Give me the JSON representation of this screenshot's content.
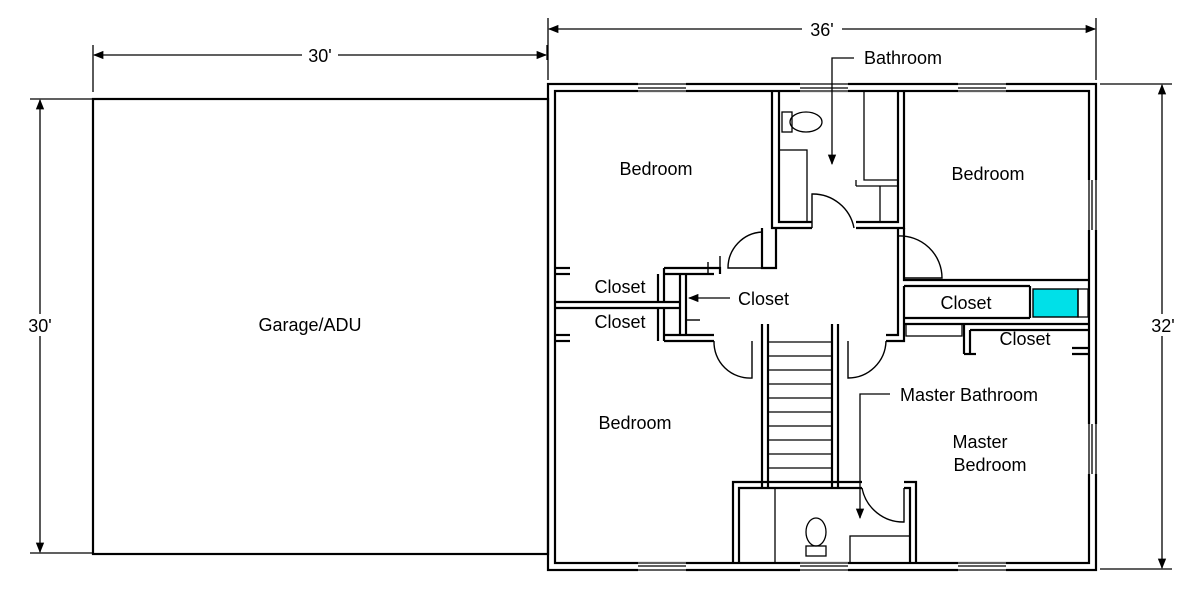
{
  "dimensions": {
    "garage_width": "30'",
    "house_width": "36'",
    "garage_depth": "30'",
    "house_depth": "32'"
  },
  "rooms": {
    "garage": "Garage/ADU",
    "bedroom_nw": "Bedroom",
    "bedroom_ne": "Bedroom",
    "bedroom_sw": "Bedroom",
    "bathroom": "Bathroom",
    "closet_w1": "Closet",
    "closet_w2": "Closet",
    "closet_center": "Closet",
    "closet_e1": "Closet",
    "closet_e2": "Closet",
    "master_bathroom": "Master Bathroom",
    "master_bedroom_line1": "Master",
    "master_bedroom_line2": "Bedroom"
  },
  "colors": {
    "appliance": "#00e0e8"
  }
}
